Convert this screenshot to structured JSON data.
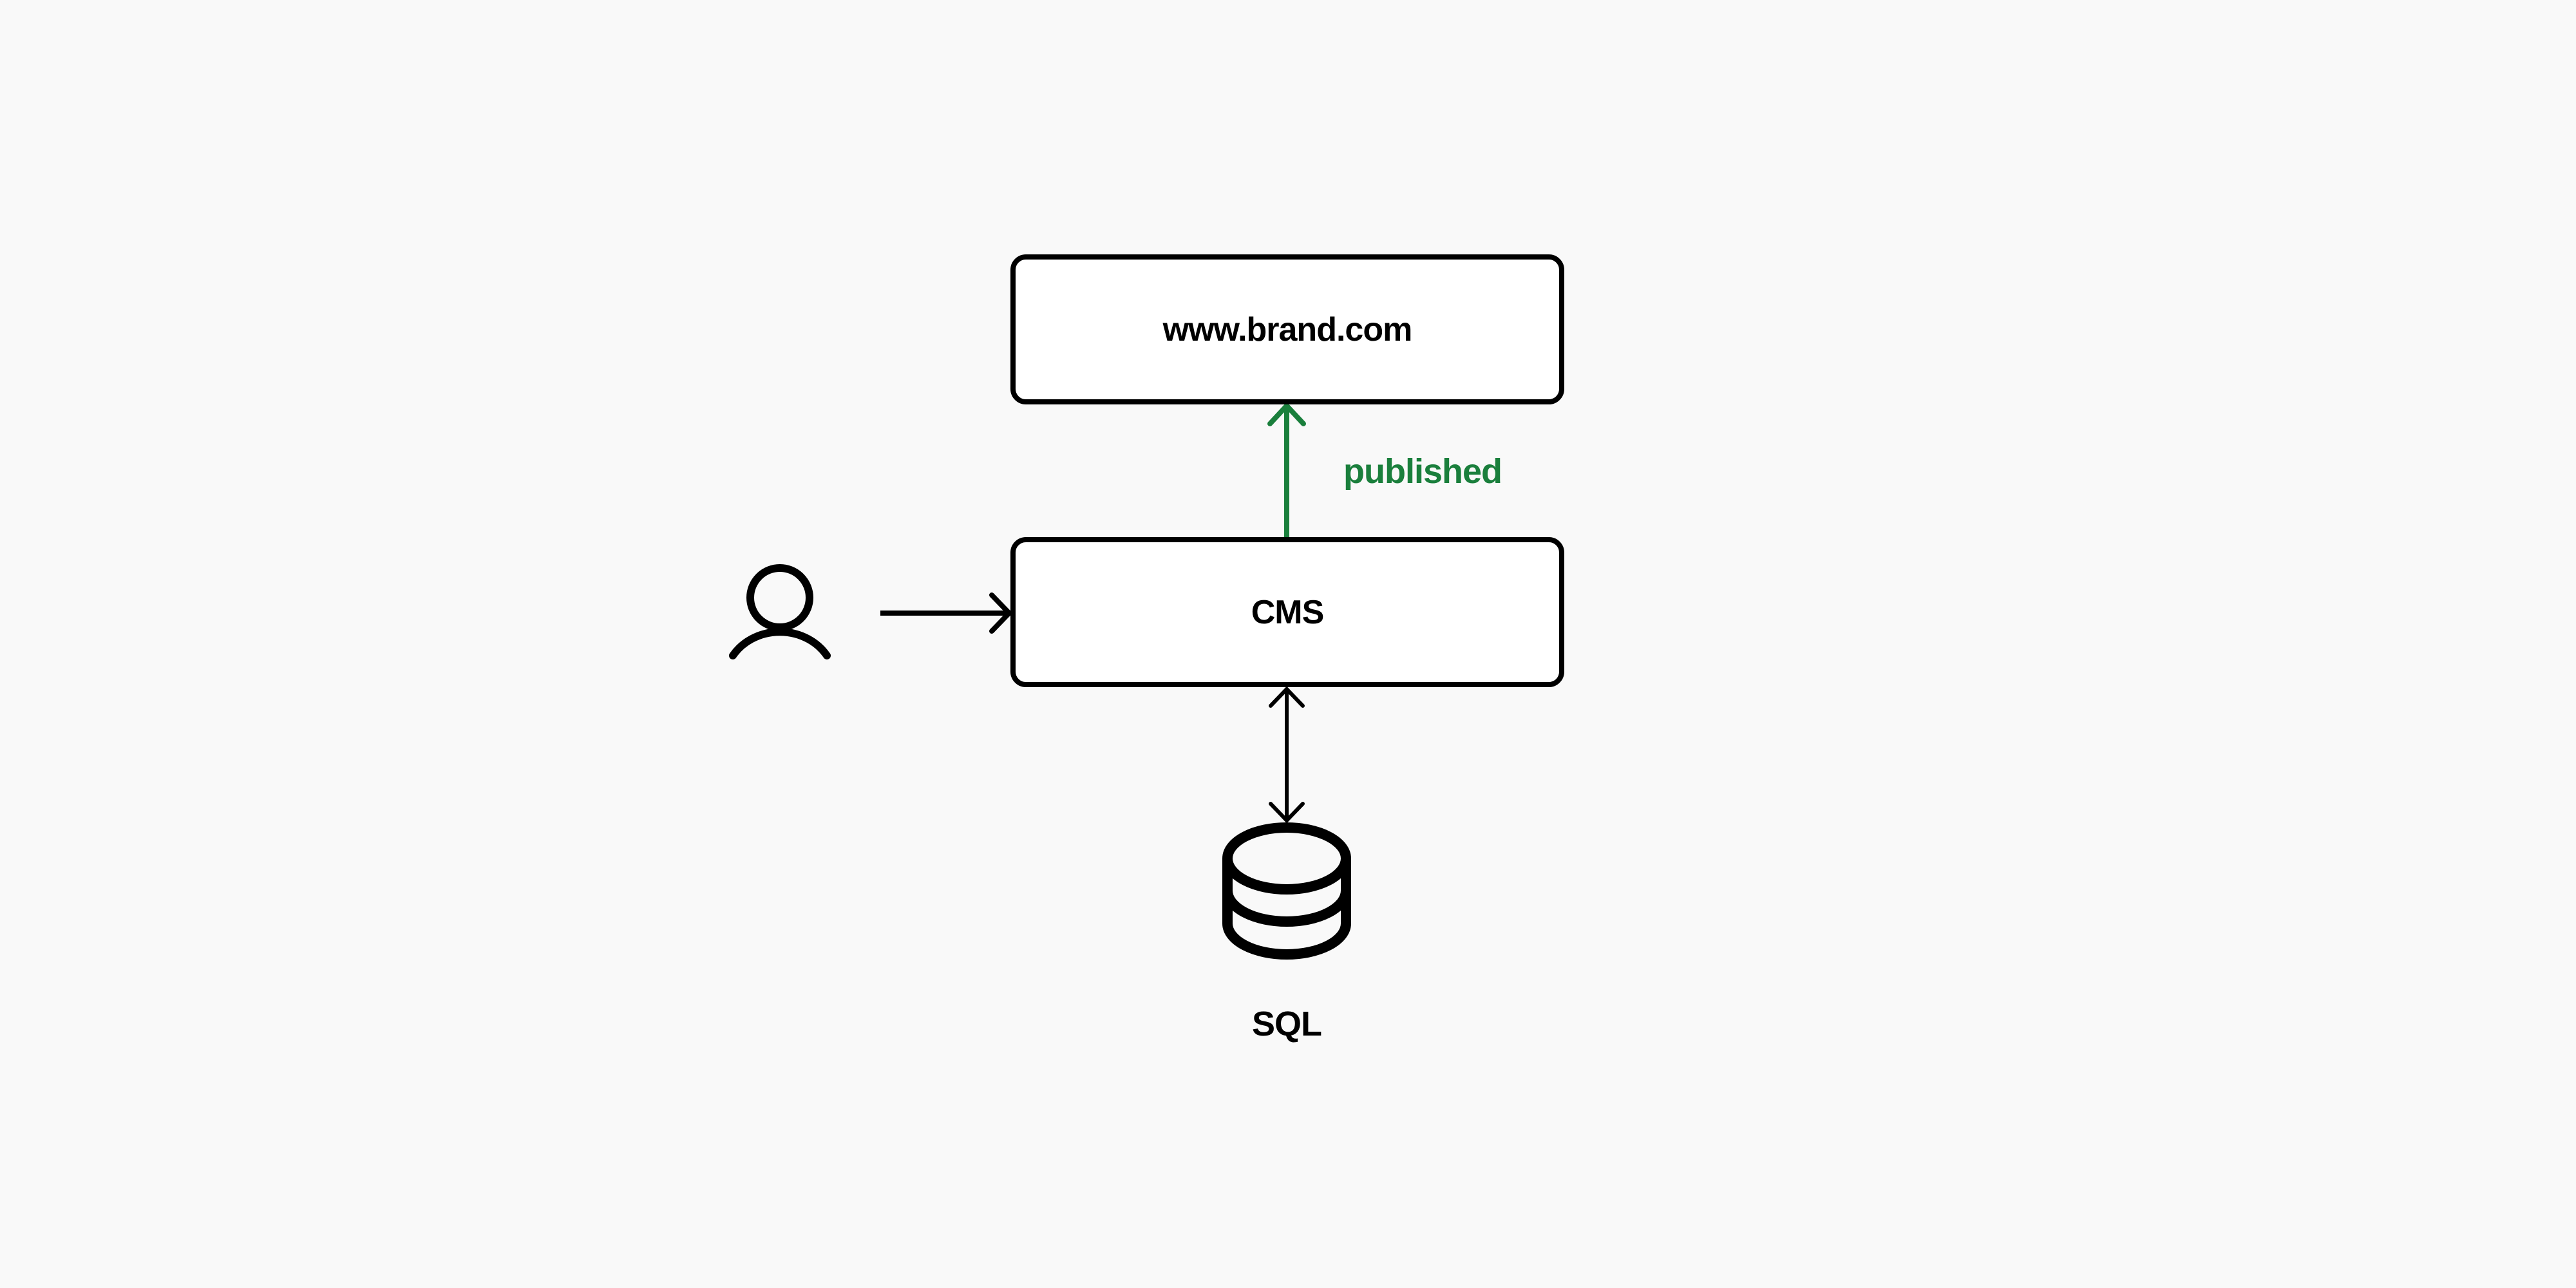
{
  "diagram": {
    "nodes": {
      "website": {
        "label": "www.brand.com"
      },
      "cms": {
        "label": "CMS"
      },
      "database": {
        "label": "SQL",
        "icon": "database-icon"
      },
      "user": {
        "icon": "user-icon"
      }
    },
    "edges": [
      {
        "from": "user",
        "to": "cms",
        "label": "",
        "direction": "forward"
      },
      {
        "from": "cms",
        "to": "website",
        "label": "published",
        "color": "#1a7f3c",
        "direction": "forward"
      },
      {
        "from": "cms",
        "to": "database",
        "label": "",
        "direction": "bidirectional"
      }
    ],
    "edge_labels": {
      "published": "published"
    },
    "colors": {
      "background": "#f9f9f9",
      "stroke": "#000000",
      "accent": "#1a7f3c",
      "node_fill": "#ffffff"
    }
  }
}
